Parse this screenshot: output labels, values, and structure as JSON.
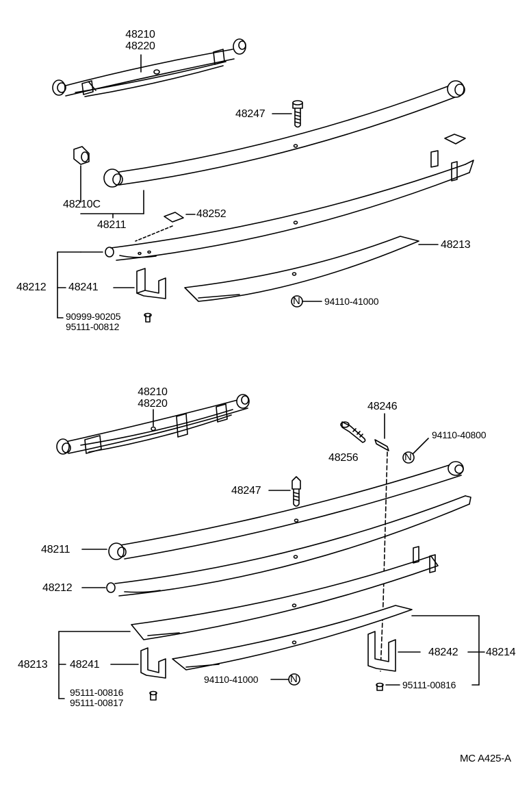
{
  "top_assembly": {
    "spring_assy": [
      "48210",
      "48220"
    ],
    "bolt": "48247",
    "bushing": "48210C",
    "leaf_no1": "48211",
    "insert": "48252",
    "leaf_no2": "48212",
    "clip": "48241",
    "leaf_no3": "48213",
    "clip_rivet": [
      "90999-90205",
      "95111-00812"
    ],
    "nut": "94110-41000"
  },
  "bottom_assembly": {
    "spring_assy": [
      "48210",
      "48220"
    ],
    "pin": "48246",
    "bolt_long": "48256",
    "nut_top": "94110-40800",
    "bolt": "48247",
    "leaf_no1": "48211",
    "leaf_no2": "48212",
    "leaf_no3": "48213",
    "clip": "48241",
    "clip_rivet": [
      "95111-00816",
      "95111-00817"
    ],
    "nut": "94110-41000",
    "clip_no2": "48242",
    "leaf_no4": "48214",
    "clip_no2_rivet": "95111-00816"
  },
  "nut_symbol": "N",
  "diagram_code": "MC  A425-A"
}
